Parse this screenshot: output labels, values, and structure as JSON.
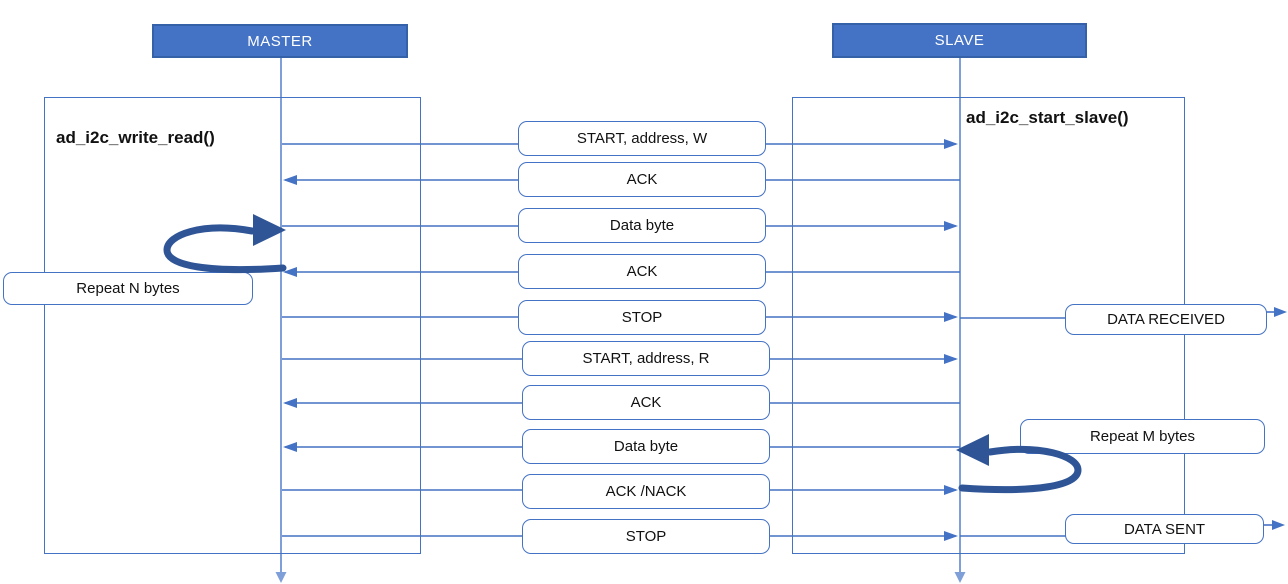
{
  "master": {
    "title": "MASTER",
    "function": "ad_i2c_write_read()"
  },
  "slave": {
    "title": "SLAVE",
    "function": "ad_i2c_start_slave()"
  },
  "messages": [
    {
      "label": "START, address, W",
      "direction": "master-to-slave"
    },
    {
      "label": "ACK",
      "direction": "slave-to-master"
    },
    {
      "label": "Data byte",
      "direction": "master-to-slave"
    },
    {
      "label": "ACK",
      "direction": "slave-to-master"
    },
    {
      "label": "STOP",
      "direction": "master-to-slave"
    },
    {
      "label": "START, address, R",
      "direction": "master-to-slave"
    },
    {
      "label": "ACK",
      "direction": "slave-to-master"
    },
    {
      "label": "Data byte",
      "direction": "slave-to-master"
    },
    {
      "label": "ACK /NACK",
      "direction": "master-to-slave"
    },
    {
      "label": "STOP",
      "direction": "master-to-slave"
    }
  ],
  "annotations": {
    "repeat_n": "Repeat N bytes",
    "repeat_m": "Repeat M bytes",
    "data_received": "DATA RECEIVED",
    "data_sent": "DATA SENT"
  },
  "colors": {
    "accent": "#4472C4",
    "accent_dark": "#2F5597",
    "lifeline": "#7E9FD8",
    "text": "#111111"
  }
}
